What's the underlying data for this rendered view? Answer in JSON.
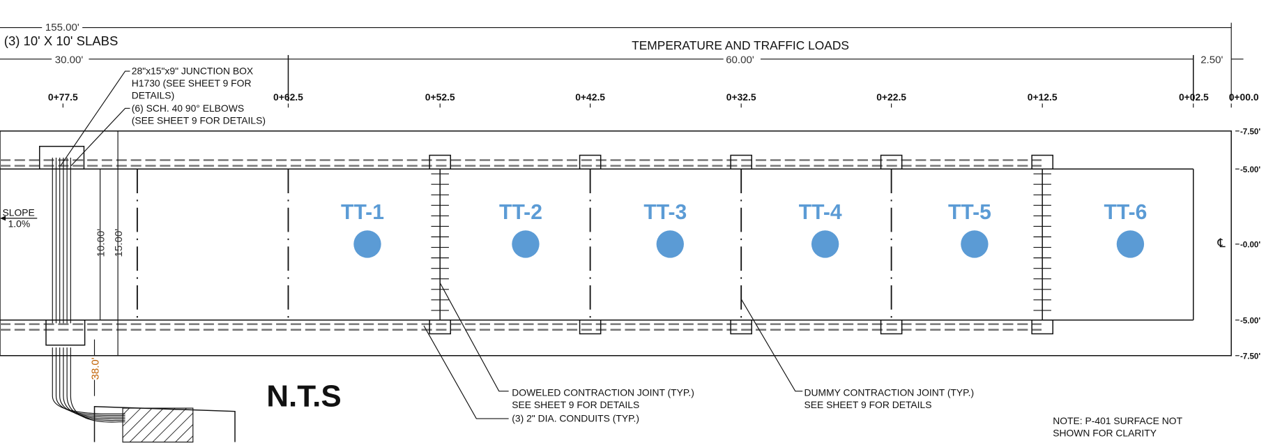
{
  "dimensions": {
    "overall": "155.00'",
    "slabs_label": "(3) 10' X 10' SLABS",
    "left_length": "30.00'",
    "section_title": "TEMPERATURE AND TRAFFIC LOADS",
    "main_length": "60.00'",
    "end_length": "2.50'",
    "width_inner": "10.00'",
    "width_outer": "15.00'",
    "conduit_offset": "38.0'"
  },
  "stations": [
    "0+77.5",
    "0+62.5",
    "0+52.5",
    "0+42.5",
    "0+32.5",
    "0+22.5",
    "0+12.5",
    "0+02.5",
    "0+00.0"
  ],
  "offsets": [
    "-7.50'",
    "-5.00'",
    "-0.00'",
    "-5.00'",
    "-7.50'"
  ],
  "centerline_symbol": "℄",
  "slope": {
    "label": "SLOPE",
    "value": "1.0%"
  },
  "test_points": [
    {
      "label": "TT-1"
    },
    {
      "label": "TT-2"
    },
    {
      "label": "TT-3"
    },
    {
      "label": "TT-4"
    },
    {
      "label": "TT-5"
    },
    {
      "label": "TT-6"
    }
  ],
  "callouts": {
    "junction_box": [
      "28\"x15\"x9\" JUNCTION BOX",
      "H1730 (SEE SHEET 9 FOR",
      "DETAILS)"
    ],
    "elbows": [
      "(6) SCH. 40 90° ELBOWS",
      "(SEE SHEET 9 FOR DETAILS)"
    ],
    "doweled": [
      "DOWELED CONTRACTION JOINT (TYP.)",
      "SEE SHEET 9 FOR DETAILS"
    ],
    "conduits": "(3) 2\" DIA. CONDUITS (TYP.)",
    "dummy": [
      "DUMMY CONTRACTION JOINT (TYP.)",
      "SEE SHEET 9 FOR DETAILS"
    ],
    "note": [
      "NOTE: P-401 SURFACE NOT",
      "SHOWN FOR CLARITY"
    ]
  },
  "scale_note": "N.T.S",
  "colors": {
    "test_point": "#5b9bd5",
    "line": "#111111"
  }
}
